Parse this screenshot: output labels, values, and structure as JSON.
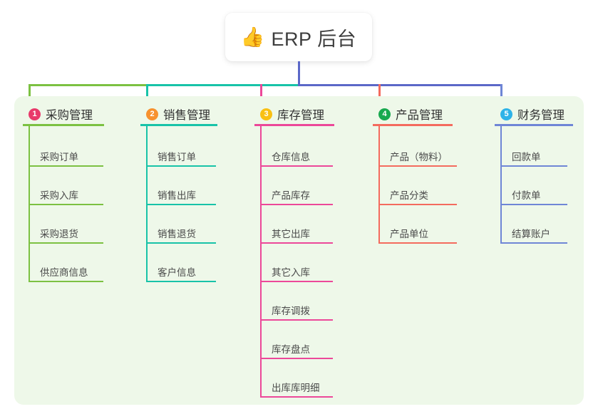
{
  "diagram": {
    "type": "org-tree",
    "background_color": "#ffffff",
    "panel_color": "#eef8e9",
    "root": {
      "icon": "thumbs-up-emoji",
      "icon_glyph": "👍",
      "title": "ERP 后台",
      "card_color": "#ffffff"
    },
    "connector_colors": {
      "trunk": "#5b68c8",
      "bar_left": "#7cc142",
      "bar_mid": "#18c3a8",
      "bar_right": "#5b68c8"
    },
    "columns": [
      {
        "number": "1",
        "title": "采购管理",
        "badge_color": "#e8396a",
        "line_color": "#7cc142",
        "items": [
          "采购订单",
          "采购入库",
          "采购退货",
          "供应商信息"
        ]
      },
      {
        "number": "2",
        "title": "销售管理",
        "badge_color": "#f7912e",
        "line_color": "#18c3a8",
        "items": [
          "销售订单",
          "销售出库",
          "销售退货",
          "客户信息"
        ]
      },
      {
        "number": "3",
        "title": "库存管理",
        "badge_color": "#f9c013",
        "line_color": "#ec4899",
        "items": [
          "仓库信息",
          "产品库存",
          "其它出库",
          "其它入库",
          "库存调拨",
          "库存盘点",
          "出库库明细"
        ]
      },
      {
        "number": "4",
        "title": "产品管理",
        "badge_color": "#18a94f",
        "line_color": "#f46b5e",
        "items": [
          "产品（物料）",
          "产品分类",
          "产品单位"
        ]
      },
      {
        "number": "5",
        "title": "财务管理",
        "badge_color": "#2eb3e8",
        "line_color": "#6f86d6",
        "items": [
          "回款单",
          "付款单",
          "结算账户"
        ]
      }
    ]
  }
}
